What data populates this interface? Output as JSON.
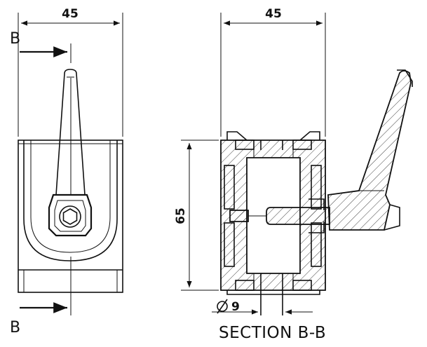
{
  "front_view": {
    "width_dim": "45",
    "section_marker_top": "B",
    "section_marker_bottom": "B"
  },
  "section_view": {
    "width_dim": "45",
    "height_dim": "65",
    "hole_dim": "9",
    "caption": "SECTION B-B"
  }
}
